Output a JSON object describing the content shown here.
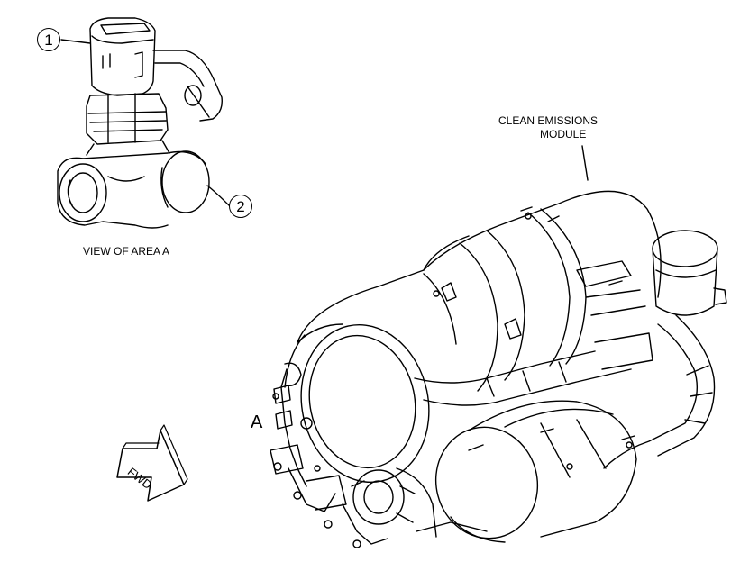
{
  "callouts": {
    "c1": "1",
    "c2": "2"
  },
  "labels": {
    "view": "VIEW OF AREA A",
    "module_line1": "CLEAN EMISSIONS",
    "module_line2": "MODULE",
    "area": "A",
    "direction": "FWD"
  },
  "colors": {
    "line": "#000000",
    "background": "#ffffff"
  }
}
